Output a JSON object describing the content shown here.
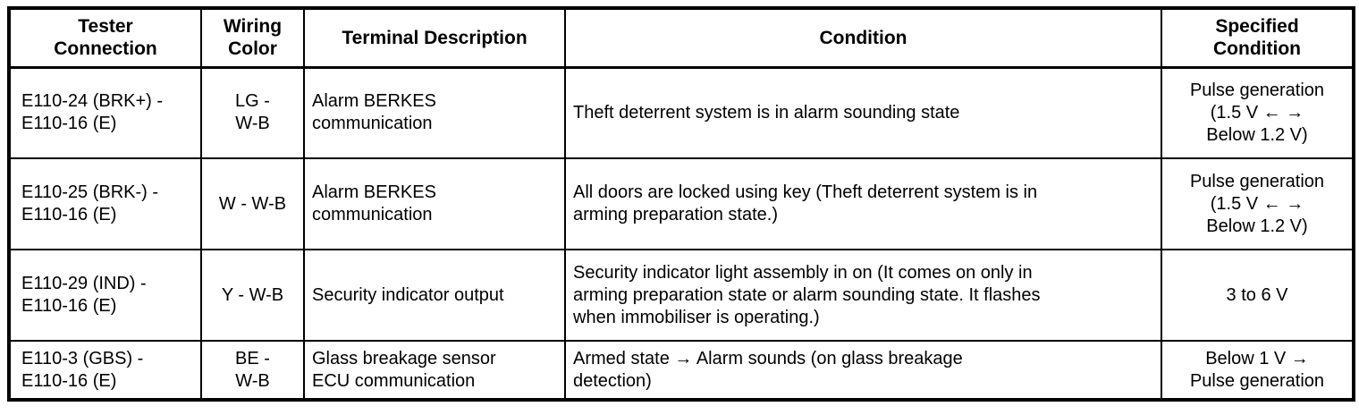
{
  "table": {
    "headers": [
      "Tester\nConnection",
      "Wiring\nColor",
      "Terminal Description",
      "Condition",
      "Specified\nCondition"
    ],
    "rows": [
      {
        "tester_connection": "E110-24 (BRK+) -\nE110-16 (E)",
        "wiring_color": "LG -\nW-B",
        "terminal_description": "Alarm BERKES\ncommunication",
        "condition": "Theft deterrent system is in alarm sounding state",
        "specified_condition": "Pulse generation\n(1.5 V ← →\nBelow 1.2 V)"
      },
      {
        "tester_connection": "E110-25 (BRK-) -\nE110-16 (E)",
        "wiring_color": "W - W-B",
        "terminal_description": "Alarm BERKES\ncommunication",
        "condition": "All doors are locked using key (Theft deterrent system is in\narming preparation state.)",
        "specified_condition": "Pulse generation\n(1.5 V ← →\nBelow 1.2 V)"
      },
      {
        "tester_connection": "E110-29 (IND) -\nE110-16 (E)",
        "wiring_color": "Y - W-B",
        "terminal_description": "Security indicator output",
        "condition": "Security indicator light assembly in on (It comes on only in\narming preparation state or alarm sounding state. It flashes\nwhen immobiliser is operating.)",
        "specified_condition": "3 to 6 V"
      },
      {
        "tester_connection": "E110-3 (GBS) -\nE110-16 (E)",
        "wiring_color": "BE -\nW-B",
        "terminal_description": "Glass breakage sensor\nECU communication",
        "condition": "Armed state → Alarm sounds (on glass breakage\ndetection)",
        "specified_condition": "Below 1 V →\nPulse generation"
      }
    ]
  }
}
